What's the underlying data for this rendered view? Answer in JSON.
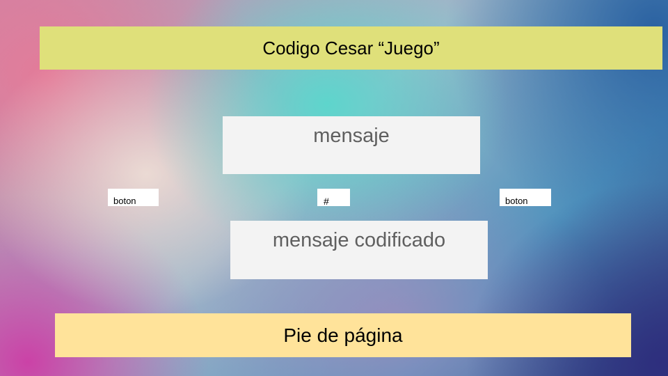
{
  "header": {
    "title": "Codigo Cesar “Juego”"
  },
  "message": {
    "input_text": "mensaje",
    "output_text": "mensaje codificado"
  },
  "controls": {
    "left_button_label": "boton",
    "shift_value": "#",
    "right_button_label": "boton"
  },
  "footer": {
    "text": "Pie de página"
  },
  "colors": {
    "header_bg": "#dfe07a",
    "footer_bg": "#ffe39a",
    "message_bg": "#f3f3f3"
  }
}
